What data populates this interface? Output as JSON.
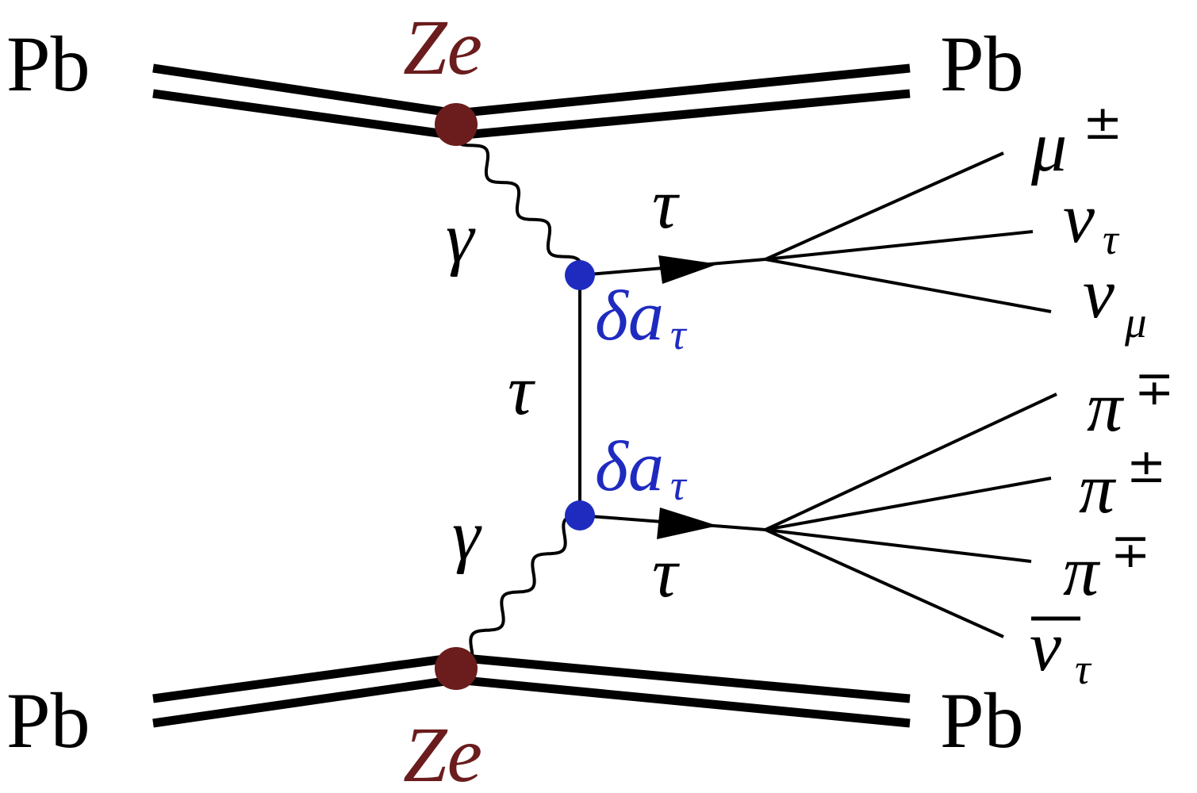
{
  "labels": {
    "pb_top_left": "Pb",
    "pb_top_right": "Pb",
    "pb_bottom_left": "Pb",
    "pb_bottom_right": "Pb",
    "ze_top": "Ze",
    "ze_bottom": "Ze",
    "gamma_top": "γ",
    "gamma_bottom": "γ",
    "tau_top": "τ",
    "tau_middle": "τ",
    "tau_bottom": "τ",
    "delta_a_top": "δa",
    "delta_a_top_sub": "τ",
    "delta_a_bottom": "δa",
    "delta_a_bottom_sub": "τ",
    "mu": "μ",
    "mu_sup": "±",
    "nu_tau": "ν",
    "nu_tau_sub": "τ",
    "nu_mu": "ν",
    "nu_mu_sub": "μ",
    "pi1": "π",
    "pi1_sup": "∓",
    "pi2": "π",
    "pi2_sup": "±",
    "pi3": "π",
    "pi3_sup": "∓",
    "nubar_tau": "ν",
    "nubar_tau_sub": "τ"
  },
  "colors": {
    "ion_vertex": "#6b1c1c",
    "anomalous_vertex": "#1f2bbf",
    "line": "#000000"
  }
}
